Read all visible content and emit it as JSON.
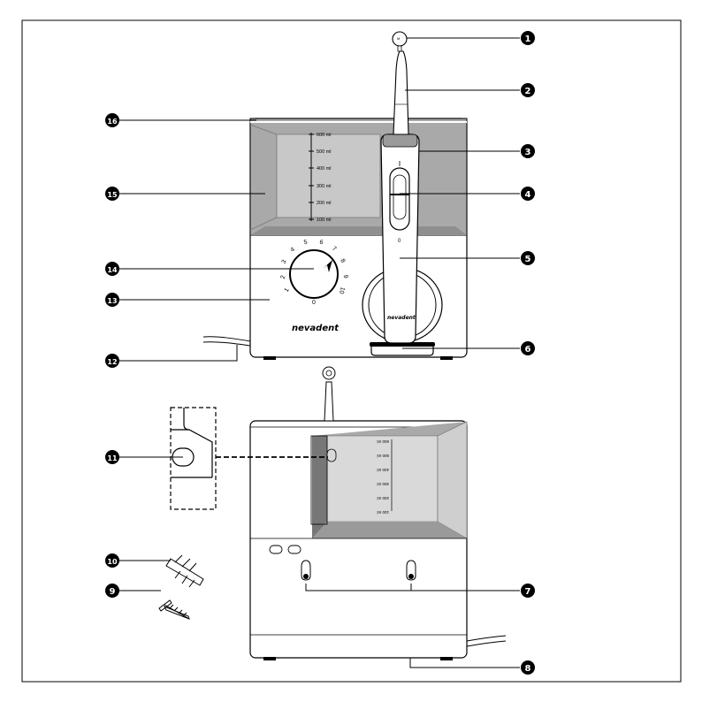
{
  "brand": {
    "main": "nevadent",
    "handle": "nevadent"
  },
  "tank_scale": [
    "600 ml",
    "500 ml",
    "400 ml",
    "300 ml",
    "200 ml",
    "100 ml"
  ],
  "rear_scale": [
    "600 ml",
    "500 ml",
    "400 ml",
    "300 ml",
    "200 ml",
    "100 ml"
  ],
  "dial_numbers": [
    "0",
    "1",
    "2",
    "3",
    "4",
    "5",
    "6",
    "7",
    "8",
    "9",
    "10"
  ],
  "handle_marks": {
    "lower": "0"
  },
  "callouts": [
    {
      "id": "1",
      "label": "1"
    },
    {
      "id": "2",
      "label": "2"
    },
    {
      "id": "3",
      "label": "3"
    },
    {
      "id": "4",
      "label": "4"
    },
    {
      "id": "5",
      "label": "5"
    },
    {
      "id": "6",
      "label": "6"
    },
    {
      "id": "7",
      "label": "7"
    },
    {
      "id": "8",
      "label": "8"
    },
    {
      "id": "9",
      "label": "9"
    },
    {
      "id": "10",
      "label": "10"
    },
    {
      "id": "11",
      "label": "11"
    },
    {
      "id": "12",
      "label": "12"
    },
    {
      "id": "13",
      "label": "13"
    },
    {
      "id": "14",
      "label": "14"
    },
    {
      "id": "15",
      "label": "15"
    },
    {
      "id": "16",
      "label": "16"
    }
  ],
  "colors": {
    "tank_gray": "#a9a9a9",
    "tank_dark": "#8f8f8f",
    "line": "#000000",
    "bg": "#ffffff"
  }
}
